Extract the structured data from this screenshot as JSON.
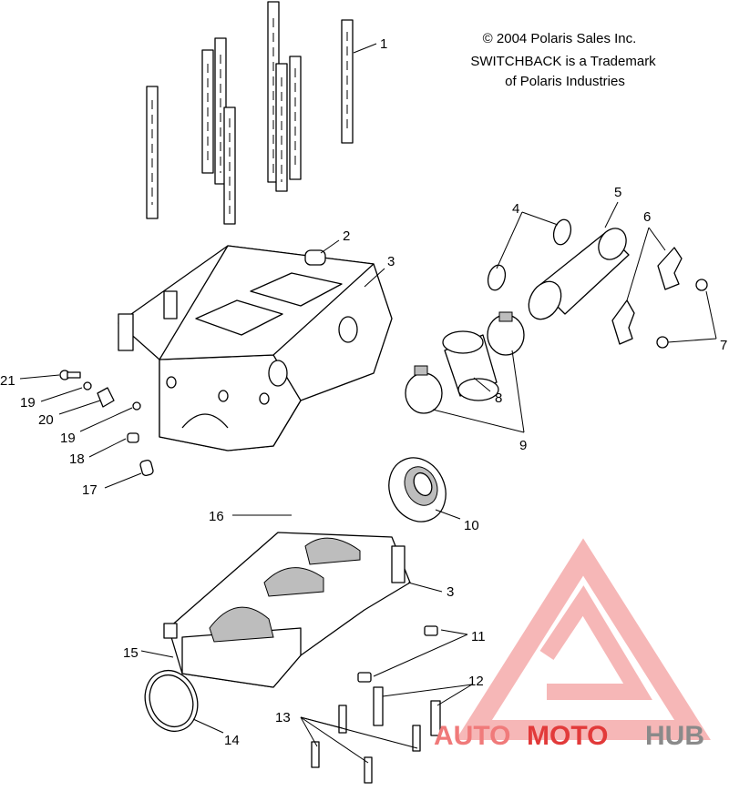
{
  "copyright": {
    "line1": "© 2004 Polaris Sales Inc.",
    "line2": "SWITCHBACK is a Trademark",
    "line3": "of Polaris Industries"
  },
  "callouts": {
    "c1": "1",
    "c2": "2",
    "c3a": "3",
    "c3b": "3",
    "c4": "4",
    "c5": "5",
    "c6": "6",
    "c7": "7",
    "c8": "8",
    "c9": "9",
    "c10": "10",
    "c11": "11",
    "c12": "12",
    "c13": "13",
    "c14": "14",
    "c15": "15",
    "c16": "16",
    "c17": "17",
    "c18": "18",
    "c19a": "19",
    "c19b": "19",
    "c20": "20",
    "c21": "21"
  },
  "watermark": {
    "part1": "AUTO",
    "part2": "MOTO",
    "part3": "HUB",
    "colors": {
      "auto": "#f07a7a",
      "moto": "#e23a3a",
      "hub": "#8a8a8a",
      "logo": "#f4a0a0"
    }
  }
}
